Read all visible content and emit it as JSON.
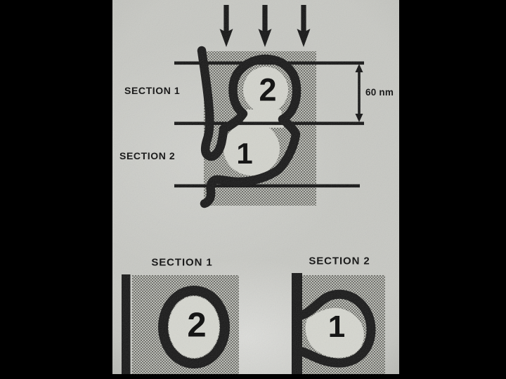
{
  "figure": {
    "top_diagram": {
      "section_1_label": "SECTION 1",
      "section_2_label": "SECTION 2",
      "thickness_label": "60 nm",
      "compartment_2": "2",
      "compartment_1": "1"
    },
    "bottom_panels": [
      {
        "title": "SECTION 1",
        "compartment": "2"
      },
      {
        "title": "SECTION 2",
        "compartment": "1"
      }
    ],
    "icons": {
      "sectioning_arrows": "down-arrow-icon",
      "thickness_marker": "double-headed-arrow-icon"
    },
    "colors": {
      "frame": "#000000",
      "paper": "#c5c6c1",
      "halftone_shading": "#97988f",
      "ink": "#151515"
    }
  }
}
